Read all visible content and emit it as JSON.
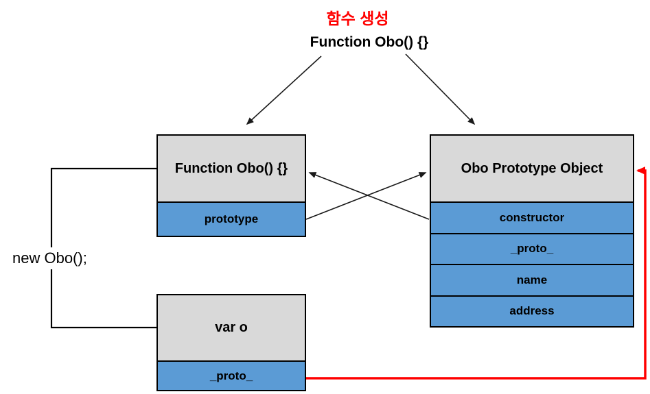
{
  "diagram": {
    "title_korean": "함수 생성",
    "title_function": "Function Obo() {}",
    "new_obo_label": "new Obo();"
  },
  "boxes": {
    "function_obo": {
      "header": "Function Obo() {}",
      "rows": [
        "prototype"
      ]
    },
    "obo_prototype": {
      "header": "Obo Prototype Object",
      "rows": [
        "constructor",
        "_proto_",
        "name",
        "address"
      ]
    },
    "var_o": {
      "header": "var o",
      "rows": [
        "_proto_"
      ]
    }
  },
  "colors": {
    "header_bg": "#d9d9d9",
    "row_bg": "#5b9bd5",
    "border": "#000000",
    "arrow": "#1a1a1a",
    "red": "#ff0000"
  }
}
